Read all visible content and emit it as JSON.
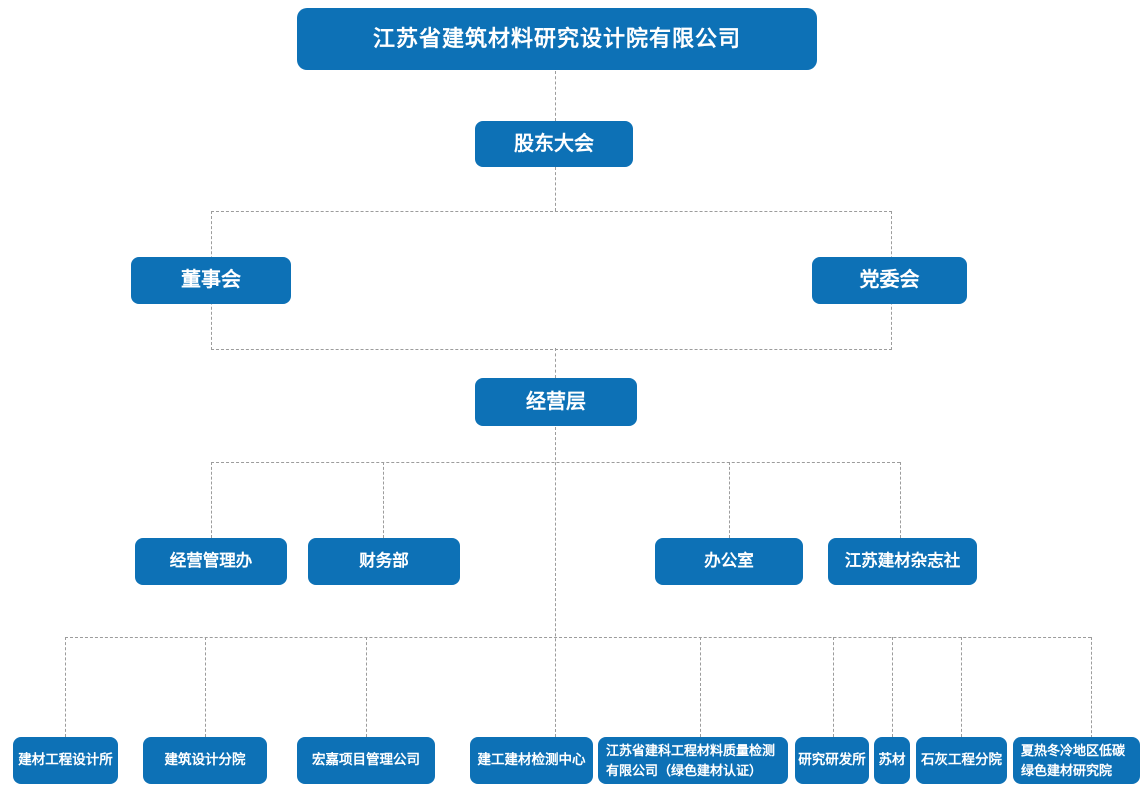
{
  "org": {
    "root": "江苏省建筑材料研究设计院有限公司",
    "shareholders_meeting": "股东大会",
    "board_of_directors": "董事会",
    "party_committee": "党委会",
    "management_layer": "经营层",
    "departments": [
      "经营管理办",
      "财务部",
      "办公室",
      "江苏建材杂志社"
    ],
    "subsidiaries": [
      "建材工程设计所",
      "建筑设计分院",
      "宏嘉项目管理公司",
      "建工建材检测中心",
      "江苏省建科工程材料质量检测有限公司（绿色建材认证）",
      "研究研发所",
      "苏材",
      "石灰工程分院",
      "夏热冬冷地区低碳绿色建材研究院"
    ]
  },
  "colors": {
    "node_blue": "#0d71b6",
    "connector_gray": "#9c9c9c",
    "node_text": "#ffffff",
    "background": "#ffffff"
  }
}
